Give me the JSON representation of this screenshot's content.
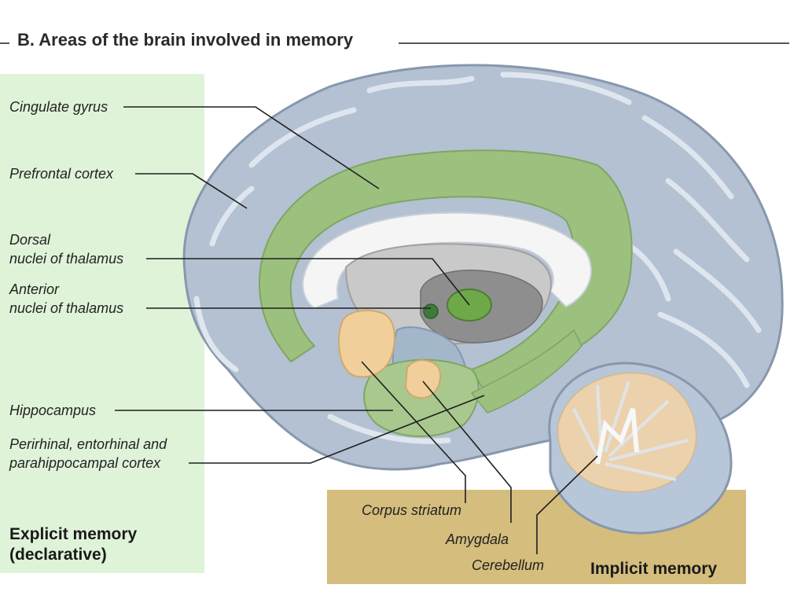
{
  "title": "B. Areas of the brain involved in memory",
  "labels": {
    "cingulate_gyrus": "Cingulate gyrus",
    "prefrontal_cortex": "Prefrontal cortex",
    "dorsal_nuclei_line1": "Dorsal",
    "dorsal_nuclei_line2": "nuclei of thalamus",
    "anterior_nuclei_line1": "Anterior",
    "anterior_nuclei_line2": "nuclei of thalamus",
    "hippocampus": "Hippocampus",
    "perirhinal_line1": "Perirhinal, entorhinal and",
    "perirhinal_line2": "parahippocampal cortex",
    "corpus_striatum": "Corpus striatum",
    "amygdala": "Amygdala",
    "cerebellum": "Cerebellum"
  },
  "categories": {
    "explicit_line1": "Explicit memory",
    "explicit_line2": "(declarative)",
    "implicit": "Implicit memory"
  },
  "colors": {
    "explicit": "#dff3d9",
    "implicit": "#d4bd7d",
    "cortex": "#a9b8c9",
    "limbic": "#9cc07e",
    "striatum": "#f0cf9a"
  }
}
